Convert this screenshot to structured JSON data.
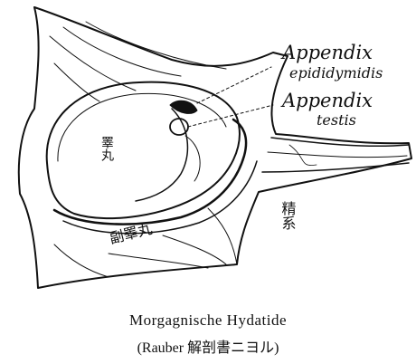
{
  "labels": {
    "appendix_epididymidis_line1": "Appendix",
    "appendix_epididymidis_line2": "epididymidis",
    "appendix_testis_line1": "Appendix",
    "appendix_testis_line2": "testis",
    "testis": "睪丸",
    "epididymis": "副睪丸",
    "spermatic_cord": "精系"
  },
  "caption": {
    "title": "Morgagnische Hydatide",
    "source": "(Rauber 解剖書ニヨル)"
  }
}
